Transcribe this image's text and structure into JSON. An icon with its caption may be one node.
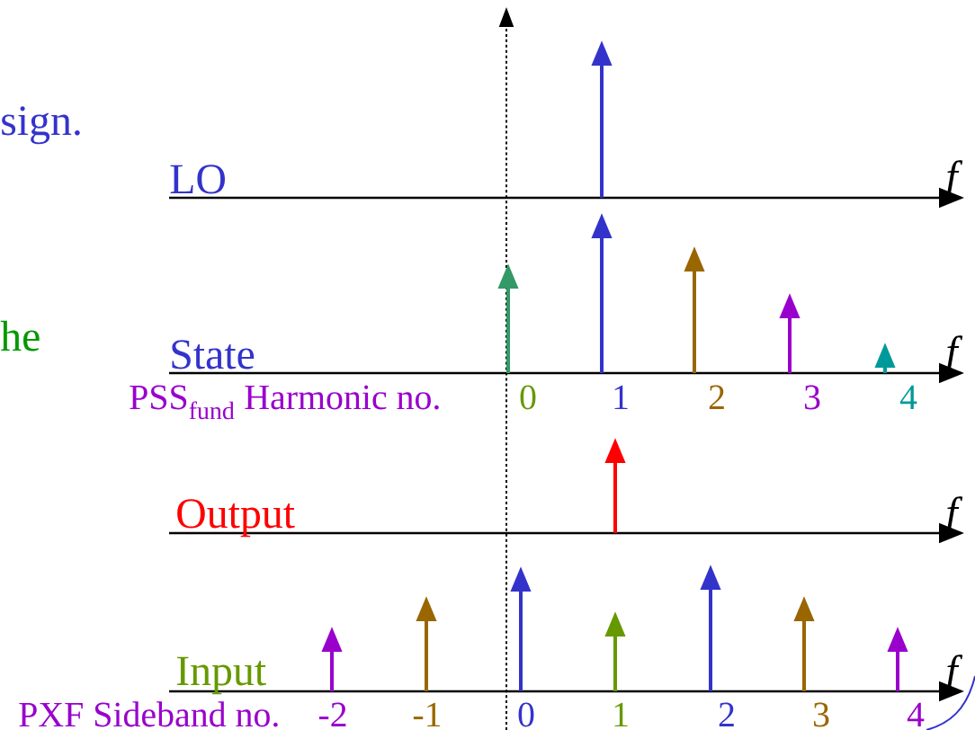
{
  "diagram": {
    "labels": [
      "sign.",
      "LO",
      "f",
      "he",
      "State",
      "f",
      "PSS$_{fund}$ Harmonic no.",
      "0",
      "1",
      "2",
      "3",
      "4",
      "Output",
      "f",
      "Input",
      "f",
      "PXF Sideband no.",
      "-2",
      "-1",
      "0",
      "1",
      "2",
      "3",
      "4"
    ]
  }
}
